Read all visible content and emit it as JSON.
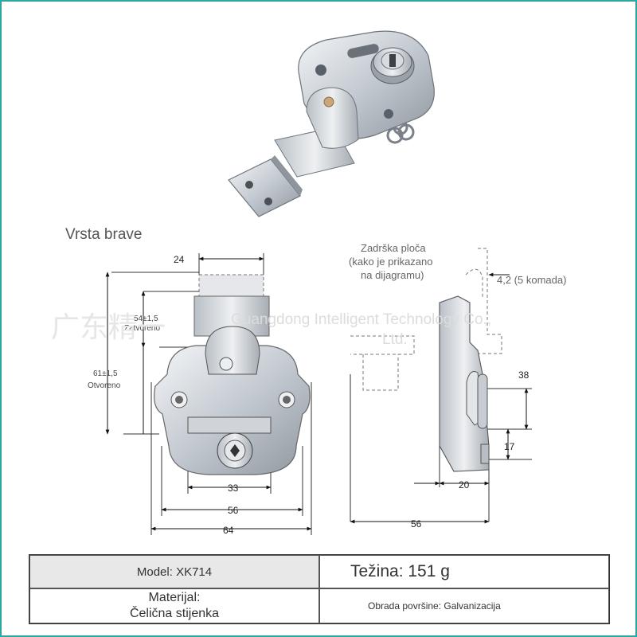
{
  "section_title": "Vrsta brave",
  "watermark": {
    "cn": "广东精一",
    "en_line1": "Guangdong Intelligent Technology Co.,",
    "en_line2": "Ltd."
  },
  "front_view": {
    "width_top": "24",
    "closed_value": "54±1,5",
    "closed_label": "Zatvoreno",
    "open_value": "61±1,5",
    "open_label": "Otvoreno",
    "dim_33": "33",
    "dim_56": "56",
    "dim_64": "64"
  },
  "side_view": {
    "retainer_line1": "Zadrška ploča",
    "retainer_line2": "(kako je prikazano",
    "retainer_line3": "na dijagramu)",
    "holes": "4,2 (5 komada)",
    "dim_38": "38",
    "dim_17": "17",
    "dim_20": "20",
    "dim_56": "56"
  },
  "specs": {
    "model": "Model: XK714",
    "weight": "Težina: 151 g",
    "material_line1": "Materijal:",
    "material_line2": "Čelična stijenka",
    "finish": "Obrada površine: Galvanizacija"
  },
  "colors": {
    "border": "#2aa8a0",
    "metal": "#c8ced4",
    "table_gray": "#e8e8e8"
  }
}
